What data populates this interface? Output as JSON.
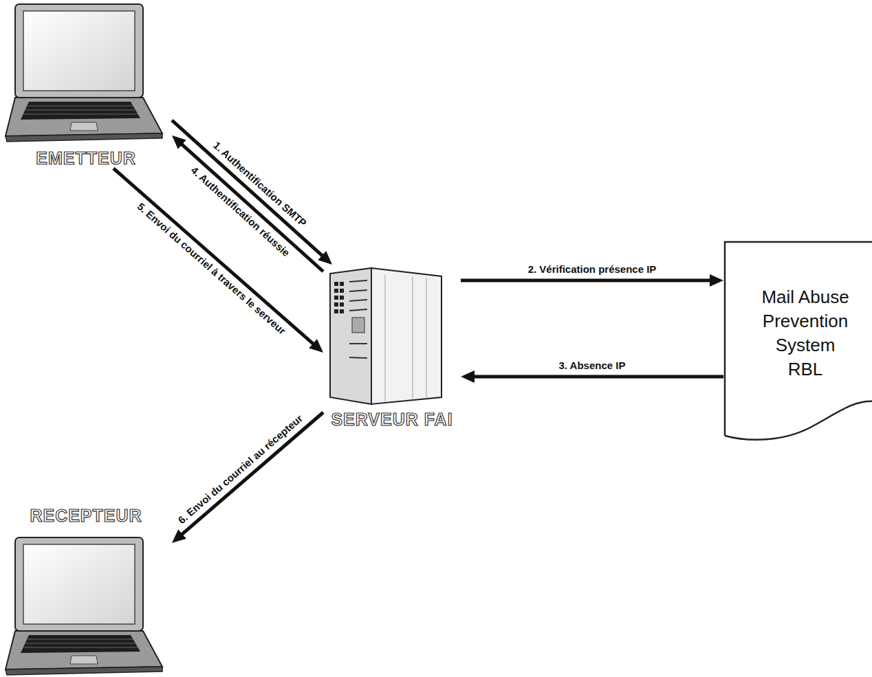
{
  "diagram": {
    "nodes": [
      {
        "text": [
          "EMETTEUR"
        ]
      },
      {
        "text": [
          "SERVEUR FAI"
        ]
      },
      {
        "text": [
          "Mail Abuse Prevention System RBL"
        ]
      },
      {
        "text": [
          "RECEPTEUR"
        ]
      }
    ],
    "edges": [
      {
        "from": 0,
        "to": 1,
        "label": "1. Authentification SMTP",
        "arrow": "to"
      },
      {
        "from": 1,
        "to": 2,
        "label": "2. Vérification présence IP",
        "arrow": "to"
      },
      {
        "from": 2,
        "to": 1,
        "label": "3. Absence IP",
        "arrow": "to"
      },
      {
        "from": 1,
        "to": 0,
        "label": "4. Authentification réussie",
        "arrow": "to"
      },
      {
        "from": 0,
        "to": 1,
        "label": "5. Envoi du courriel à travers le serveur",
        "arrow": "to"
      },
      {
        "from": 1,
        "to": 3,
        "label": "6. Envoi du courriel au récepteur",
        "arrow": "to"
      }
    ]
  }
}
